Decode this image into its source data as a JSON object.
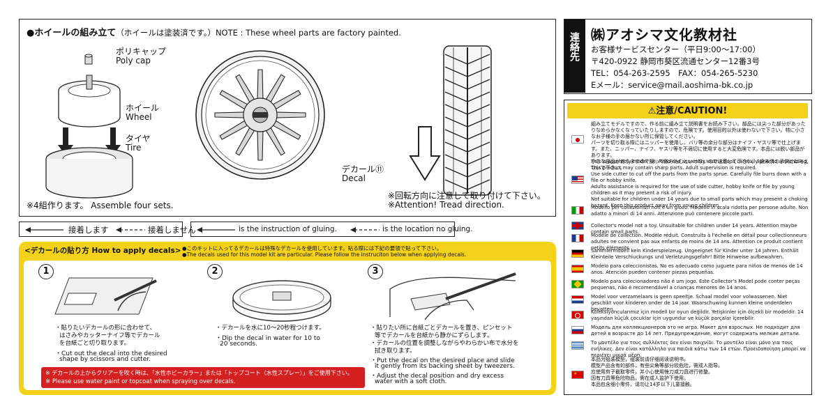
{
  "assembly": {
    "heading": "●ホイールの組み立て",
    "heading_note": "（ホイールは塗装済です。）NOTE : These wheel parts are factory painted.",
    "polycap_jp": "ポリキャップ",
    "polycap_en": "Poly cap",
    "wheel_jp": "ホイール",
    "wheel_en": "Wheel",
    "tire_jp": "タイヤ",
    "tire_en": "Tire",
    "decal_jp": "デカール⑪",
    "decal_en": "Decal",
    "sets": "※4組作ります。 Assemble four sets.",
    "tread_jp": "※回転方向に注意して取り付けて下さい。",
    "tread_en": "※Attention! Tread direction."
  },
  "glue_legend": {
    "jp_glue": "接着します",
    "jp_noglue": "接着しません",
    "en_glue": "is the instruction of gluing.",
    "en_noglue": "is the location no gluing."
  },
  "decal_guide": {
    "title": "<デカールの貼り方 How to apply decals>",
    "note_jp": "●このキットに入ってるデカールは特殊なデカールを使用しています。貼る際には下記の要領で貼って下さい。",
    "note_en": "●The decals used for this model kit are particular. Please follow the instruciton below when applying decals.",
    "steps": [
      {
        "num": "1",
        "jp": [
          "・貼りたいデカールの形に合わせて、",
          "はさみやカッターナイフ等でデカール",
          "を台紙ごと切り取ります。"
        ],
        "en": [
          "・Cut out the decal into the desired",
          "shape by scissors and cutter."
        ]
      },
      {
        "num": "2",
        "jp": [
          "・デカールを水に10～20秒程つけます。"
        ],
        "en": [
          "・Dip the decal in water for 10 to",
          "20 seconds."
        ]
      },
      {
        "num": "3",
        "jp": [
          "・貼りたい所に台紙ごとデカールを置き、ピンセット",
          "等でデカールを台紙から静かにずらします。",
          "・デカールの位置を調整しながらやわらかい布で水分を",
          "拭き取ります。"
        ],
        "en": [
          "・Put the decal on the desired place and slide",
          "it gently from its backing sheet by tweezers.",
          "・Adjust the decal position and dry excess",
          "water with a soft cloth."
        ]
      }
    ],
    "warning_jp": "※ デカールの上からクリアーを吹く時は、「水性ホビーカラー」または「トップコート（水性スプレー）」をご使用下さい。",
    "warning_en": "※ Please use water paint or topcoat when spraying over decals."
  },
  "contact": {
    "side_label": "連絡先",
    "company": "㈱アオシマ文化教材社",
    "service": "お客様サービスセンター（平日9:00～17:00）",
    "address": "〒420-0922 静岡市葵区流通センター12番3号",
    "phone": "TEL：054-263-2595　FAX：054-265-5230",
    "email": "Eメール：service@mail.aoshima-bk.co.jp"
  },
  "caution": {
    "title": "⚠注意/CAUTION!",
    "items": [
      {
        "flag": "jp",
        "lines": [
          "組み立てモデルですので、作る前に組み立て説明書をお読み下さい。部品には尖った部分があったりなめらかなくなっていたりしますので、危険です。使用目的以外は使わないで下さい。特に小さなお子様の手の届かない所に保管してください。",
          "パーツを切り取る際にはニッパーを使用し、バリ等の余分な部分はナイフ・ヤスリ等で仕上げます。また、ニッパー、ナイフ、ヤスリ等を不適切に使用すると大変危険です。本品には鋭い部品があります。",
          "小さな部品がありますので誤って飲み込むといけないので注意して下さい。3歳未満の子供には与えないで下さい。"
        ]
      },
      {
        "flag": "us",
        "lines": [
          "This is assembly model kit. Read the assembly instructions carefully prior to assembling.",
          "This product may contain sharp parts. Adult supervision is required.",
          "Use side cutter to cut off the parts from the parts sprue. Carefully file burrs down with a file or hobby knife.",
          "Adults assistance is required for the use of side cutter, hobby knife or file by young children as it may present a risk of injury.",
          "Not suitable for children under 14 years due to small parts which may present a choking hazard. Keep this product away from young children."
        ]
      },
      {
        "flag": "it",
        "lines": [
          "Modello per collezionisti non è un gioco. Modello in scala ridotta per persone adulte. Non adatto a minori di 14 anni. Attenzione può contenere piccole parti."
        ]
      },
      {
        "flag": "gb",
        "lines": [
          "Collector's model not a toy. Unsuitable for children under 14 years. Attention maybe contain small parts."
        ]
      },
      {
        "flag": "fr",
        "lines": [
          "Modèle de collection. Modèle réduit. Construits à l'échelle en détail pour collectionneurs adultes ne convient pas aux enfants de moins de 14 ans. Attention ce produit contient petits éléments."
        ]
      },
      {
        "flag": "de",
        "lines": [
          "Sammlermodell kein Kinderspielzeug. Ungeeignet für Kinder unter 14 Jahren. Enthält Kleinteile Verschluckungs und Verletzungsgefahr! Bitte Hinweise aufbewahren."
        ]
      },
      {
        "flag": "es",
        "lines": [
          "Modelo para coleccionistas. No es adecuado como juguete para niños de menos de 14 anos. Atención pueden contener piezas pequeñas."
        ]
      },
      {
        "flag": "br",
        "lines": [
          "Modelo para colecionadores não é um jogo. Este Collector's Model pode conter peças pequenas, não é recomendável a crianças menores de 14 anos."
        ]
      },
      {
        "flag": "nl",
        "lines": [
          "Model voor verzamelaars is geen speeltje. Schaal model voor volwassenen. Niet geschikt voor kinderen onder de 14 jaar. Waarschuwing kunnen kleine onderdelen bevatten."
        ]
      },
      {
        "flag": "tr",
        "lines": [
          "Koleksiyoncularımız için modell bir oyun değildir. Yetişkinler için ölçekli bir modeldir. 14 yaşından küçük çocuklar için uygundur ve küçük parçalar içerebilir."
        ]
      },
      {
        "flag": "ru",
        "lines": [
          "Модель для коллекционеров это не игра. Макет для взрослых. Не подходит для детей в возрасте до 14 лет. Предупреждение, могут содержать мелкие детали."
        ]
      },
      {
        "flag": "gr",
        "lines": [
          "Το μοντέλο για τους συλλέκτες δεν είναι παιχνίδι. Το μοντέλο είναι μόνο για τους ενήλικες. Δεν είναι κατάλληλο για παιδιά κάτω των 14 ετών. Προειδοποίηση μπορεί να περιέχει μικρά μέρη."
        ]
      },
      {
        "flag": "cn",
        "lines": [
          "本品为组装模型，组装前请仔细阅读说明书。",
          "模型产品含有的部件，有些尖角等部分较危险，需成人指导。",
          "应使用剪子截取零件，并小心使用锉刀或刀具进行修整。",
          "因有刀具等危险物品，需在成人监护下使用。",
          "本品包含细小零件，请勿让14岁以下儿童接触。"
        ]
      }
    ]
  }
}
